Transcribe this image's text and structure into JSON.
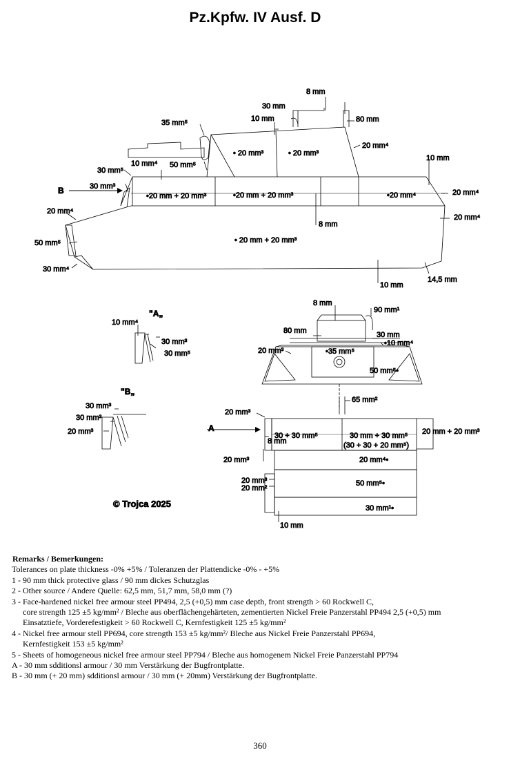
{
  "title": "Pz.Kpfw. IV Ausf. D",
  "side_view": {
    "labels": [
      "8 mm",
      "30 mm",
      "10 mm",
      "80 mm",
      "35 mm⁵",
      "20 mm⁴",
      "• 20 mm³",
      "• 20 mm³",
      "10 mm",
      "30 mm⁵",
      "10 mm⁴",
      "50 mm⁵",
      "B",
      "30 mm³",
      "•20 mm + 20 mm³",
      "•20 mm + 20 mm³",
      "•20 mm⁴",
      "20 mm⁴",
      "20 mm⁴",
      "20 mm⁴",
      "8 mm",
      "50 mm⁵",
      "• 20 mm + 20 mm³",
      "30 mm⁴",
      "10 mm",
      "14,5 mm"
    ]
  },
  "detail_a": {
    "title": "\"A„",
    "labels": [
      "10 mm⁴",
      "30 mm³",
      "30 mm⁵"
    ]
  },
  "detail_b": {
    "title": "\"B„",
    "labels": [
      "30 mm³",
      "30 mm³",
      "20 mm³"
    ]
  },
  "front_view": {
    "labels": [
      "8 mm",
      "90 mm¹",
      "80 mm",
      "30 mm",
      "•10 mm⁴",
      "20 mm³",
      "•35 mm⁵",
      "50 mm⁵•"
    ]
  },
  "top_view": {
    "labels": [
      "65 mm²",
      "20 mm³",
      "A",
      "30 + 30 mm⁵",
      "30 mm + 30 mm⁵",
      "(30 + 30 + 20 mm⁵)",
      "20 mm + 20 mm³",
      "8 mm",
      "20 mm³",
      "20 mm⁴•",
      "20 mm³",
      "20 mm²",
      "50 mm⁵•",
      "30 mm¹•",
      "10 mm"
    ]
  },
  "copyright": "© Trojca 2025",
  "remarks": {
    "heading": "Remarks / Bemerkungen:",
    "lines": [
      "Tolerances on plate thickness -0% +5% / Toleranzen der Plattendicke -0% - +5%",
      "1 - 90 mm thick protective glass / 90 mm dickes Schutzglas",
      "2 - Other source / Andere Quelle: 62,5 mm, 51,7 mm, 58,0 mm (?)",
      "3 - Face-hardened nickel free armour steel PP494, 2,5 (+0,5) mm case depth, front strength > 60 Rockwell C,",
      "core strength 125 ±5 kg/mm² / Bleche aus oberflächengehärteten, zementierten Nickel Freie Panzerstahl PP494 2,5 (+0,5) mm",
      "Einsatztiefe, Vorderefestigkeit > 60 Rockwell C, Kernfestigkeit 125 ±5 kg/mm²",
      "4 - Nickel free armour stell PP694, core strength 153 ±5 kg/mm²/ Bleche aus Nickel Freie Panzerstahl PP694,",
      "Kernfestigkeit 153 ±5 kg/mm²",
      "5 - Sheets of homogeneous nickel free armour steel PP794 / Bleche aus homogenem Nickel Freie  Panzerstahl PP794",
      "A - 30 mm sdditionsl armour / 30 mm  Verstärkung der Bugfrontplatte.",
      "B - 30 mm (+ 20 mm) sdditionsl armour / 30 mm (+ 20mm)  Verstärkung der Bugfrontplatte."
    ]
  },
  "page_number": "360"
}
